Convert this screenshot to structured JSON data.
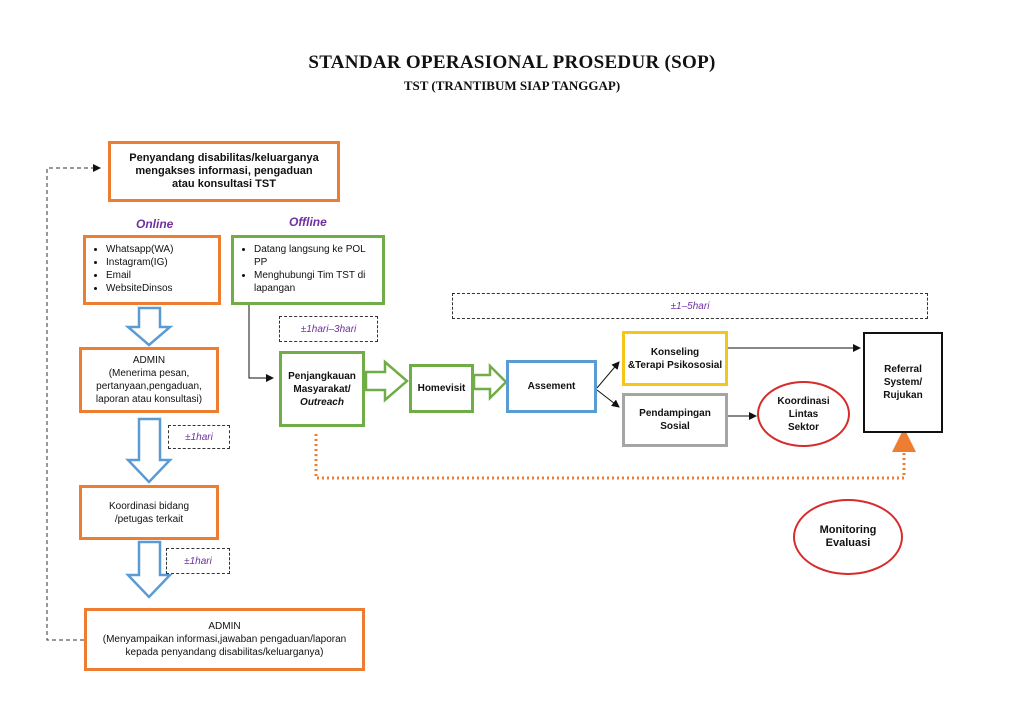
{
  "title": "STANDAR OPERASIONAL PROSEDUR (SOP)",
  "subtitle": "TST (TRANTIBUM SIAP TANGGAP)",
  "start_box": {
    "line1": "Penyandang disabilitas/keluarganya",
    "line2": "mengakses informasi, pengaduan",
    "line3": "atau konsultasi TST"
  },
  "online_label": "Online",
  "offline_label": "Offline",
  "online_items": [
    "Whatsapp(WA)",
    "Instagram(IG)",
    "Email",
    "WebsiteDinsos"
  ],
  "offline_items": [
    "Datang langsung ke POL PP",
    "Menghubungi Tim TST di lapangan"
  ],
  "admin1": {
    "title": "ADMIN",
    "text": "(Menerima pesan, pertanyaan,pengaduan, laporan atau konsultasi)"
  },
  "koordinasi_bidang": "Koordinasi bidang /petugas terkait",
  "admin2": {
    "title": "ADMIN",
    "line1": "(Menyampaikan informasi,jawaban pengaduan/laporan",
    "line2": "kepada penyandang disabilitas/keluarganya)"
  },
  "time_labels": {
    "t1": "±1hari",
    "t2": "±1hari",
    "t3": "±1hari–3hari",
    "t4": "±1–5hari"
  },
  "penjangkauan": {
    "line1": "Penjangkauan",
    "line2": "Masyarakat/",
    "line3": "Outreach"
  },
  "homevisit": "Homevisit",
  "assement": "Assement",
  "konseling": {
    "line1": "Konseling",
    "line2": "&Terapi Psikososial"
  },
  "pendampingan": {
    "line1": "Pendampingan",
    "line2": "Sosial"
  },
  "koordinasi_lintas": {
    "line1": "Koordinasi",
    "line2": "Lintas",
    "line3": "Sektor"
  },
  "referral": {
    "line1": "Referral",
    "line2": "System/",
    "line3": "Rujukan"
  },
  "monitoring": {
    "line1": "Monitoring",
    "line2": "Evaluasi"
  },
  "colors": {
    "orange": "#ED7D31",
    "green": "#70AD47",
    "blue": "#5B9BD5",
    "yellow": "#F5C518",
    "gray": "#A5A5A5",
    "red": "#D62C2C",
    "purple": "#7030A0"
  }
}
